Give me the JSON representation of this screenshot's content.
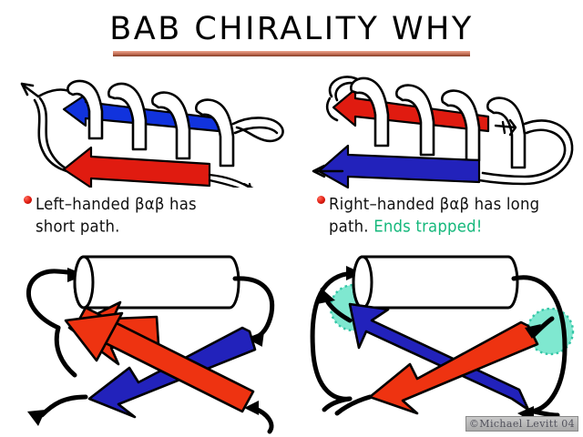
{
  "slide": {
    "title": "BAB CHIRALITY WHY",
    "background_color": "#ffffff",
    "title_rule_color": "#c06a4d"
  },
  "colors": {
    "strand_red": "#ee3311",
    "strand_blue": "#2222bb",
    "ribbon_blue": "#1133dd",
    "ribbon_red": "#e01b10",
    "highlight_teal": "#7fe8d0",
    "accent_green": "#16b87c",
    "bullet_red": "#e01b10",
    "outline_black": "#000000",
    "helix_white": "#ffffff"
  },
  "panels": [
    {
      "id": "left",
      "bullet": {
        "marker": "bullet-dot",
        "line1": "Left–handed βαβ has",
        "line2": "short path.",
        "full_text": "Left–handed βαβ has\nshort path."
      },
      "ribbon_figure": {
        "name": "left-handed-bab-ribbon",
        "top_strand_color": "#1133dd",
        "top_strand_label": "beta-strand-blue",
        "bottom_strand_color": "#e01b10",
        "bottom_strand_label": "beta-strand-red",
        "helix_label": "alpha-helix-coil",
        "terminus_marker": "n-terminus-arrow"
      },
      "schematic_figure": {
        "name": "left-handed-bab-schematic",
        "helix_label": "alpha-helix-cylinder",
        "arrow_up_color": "#ee3311",
        "arrow_down_color": "#2222bb",
        "highlights": []
      }
    },
    {
      "id": "right",
      "bullet": {
        "marker": "bullet-dot",
        "line1": "Right–handed βαβ has long",
        "line2_plain": "path. ",
        "line2_accent": "Ends trapped!",
        "full_text": "Right–handed βαβ has long\npath. Ends trapped!"
      },
      "ribbon_figure": {
        "name": "right-handed-bab-ribbon",
        "top_strand_color": "#e01b10",
        "top_strand_label": "beta-strand-red",
        "bottom_strand_color": "#2222bb",
        "bottom_strand_label": "beta-strand-blue",
        "helix_label": "alpha-helix-coil",
        "terminus_marker": "c-terminus-arrow",
        "long_loop_label": "long-crossover-loop"
      },
      "schematic_figure": {
        "name": "right-handed-bab-schematic",
        "helix_label": "alpha-helix-cylinder",
        "arrow_up_color": "#2222bb",
        "arrow_down_color": "#ee3311",
        "highlights": [
          "trapped-end-left",
          "trapped-end-right"
        ]
      }
    }
  ],
  "watermark": {
    "text": "©Michael Levitt 04"
  }
}
